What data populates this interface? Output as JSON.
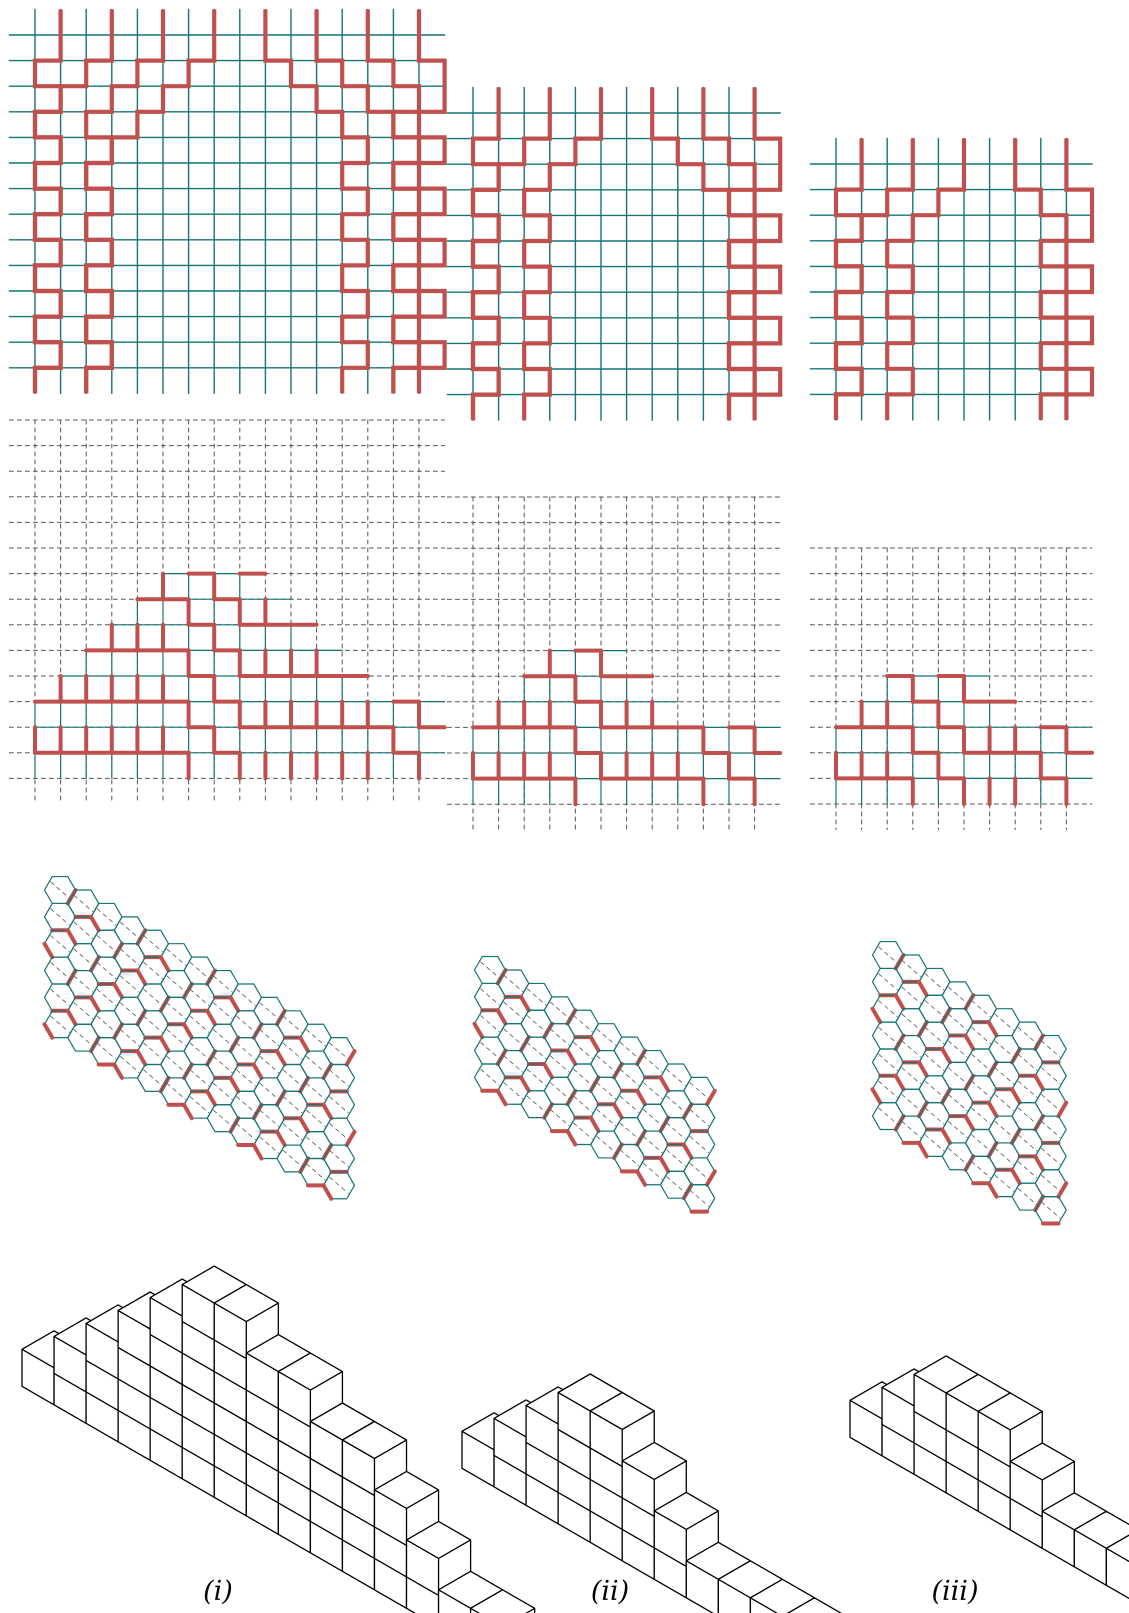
{
  "colors": {
    "path": "#c0504d",
    "grid": "#157575",
    "dash": "#555555",
    "line": "#000000"
  },
  "captions": [
    "(i)",
    "(ii)",
    "(iii)"
  ],
  "panels": [
    {
      "rows": 14,
      "cols": 16,
      "stacks": [
        1,
        2,
        3,
        4,
        5,
        6,
        6,
        5,
        5,
        4,
        4,
        3,
        2,
        1,
        1
      ],
      "counts": [
        1,
        2,
        3,
        4,
        5,
        6,
        6,
        6,
        6,
        5,
        4,
        3,
        2,
        1,
        1,
        1
      ]
    },
    {
      "rows": 12,
      "cols": 12,
      "stacks": [
        1,
        2,
        3,
        4,
        4,
        3,
        2,
        1,
        1,
        1,
        1
      ],
      "counts": [
        1,
        2,
        3,
        4,
        4,
        4,
        3,
        2,
        1,
        1,
        1,
        1
      ]
    },
    {
      "rows": 10,
      "cols": 10,
      "stacks": [
        1,
        2,
        3,
        3,
        3,
        2,
        1,
        1,
        1
      ],
      "counts": [
        1,
        2,
        3,
        3,
        3,
        3,
        2,
        1,
        1,
        1
      ]
    }
  ]
}
